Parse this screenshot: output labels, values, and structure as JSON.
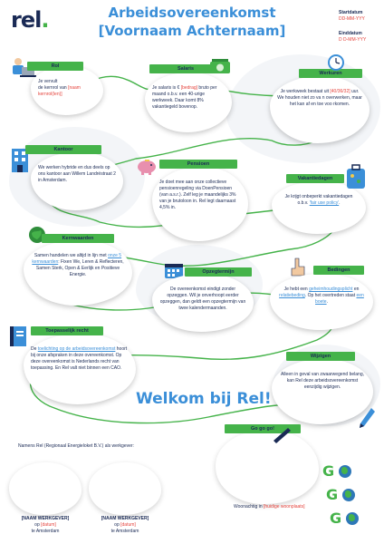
{
  "header": {
    "logo": "rel",
    "logo_dot": ".",
    "title_line1": "Arbeidsovereenkomst",
    "title_line2": "[Voornaam Achternaam]",
    "startdatum_label": "Startdatum",
    "startdatum_value": "DD-MM-YYY",
    "einddatum_label": "Einddatum",
    "einddatum_value": "D D-MM-YYY"
  },
  "cards": {
    "rol": {
      "title": "Rol",
      "p1": "Je vervult",
      "p2": "de kernrol van ",
      "highlight": "[naam kernrol(len)]"
    },
    "salaris": {
      "title": "Salaris",
      "p1": "Je salaris is € ",
      "highlight": "[bedrag]",
      "p2": " bruto per maand o.b.v. een 40-urige werkweek. Daar komt 8% vakantiegeld bovenop."
    },
    "werkuren": {
      "title": "Werkuren",
      "p1": "Je werkweek bestaat uit ",
      "highlight": "[40/36/32]",
      "p2": " uur. We houden niet zo va n overwerken, maar het kan af en toe voo rkomen."
    },
    "kantoor": {
      "title": "Kantoor",
      "text": "We werken hybride en dus deels op ons kantoor aan Willem Landréstraat 2 in Amsterdam."
    },
    "pensioen": {
      "title": "Pensioen",
      "text": "Je doet mee aan onze collectieve pensioenregeling via DoenPensioen (van a.s.r.). Zelf leg je maandelijks 3% van je brutoloon in. Rel legt daarnaast 4,5% in."
    },
    "vakantiedagen": {
      "title": "Vakantiedagen",
      "p1": "Je krijgt onbeperkt vakantiedagen o.b.v. ",
      "link": "'fair use policy'",
      "p2": "."
    },
    "kernwaarden": {
      "title": "Kernwaarden",
      "p1": "Samen handelen we altijd in lijn met ",
      "link": "onze 5 kernwaarden",
      "p2": ": Fixen We, Leren & Reflecteren, Samen Sterk, Open & Eerlijk en Positieve Energie."
    },
    "opzegtermijn": {
      "title": "Opzegtermijn",
      "text": "De overeenkomst eindigt zonder opzeggen. Wil je onverhoopt eerder opzeggen, dan geldt een opzegtermijn van twee kalendermaanden."
    },
    "bedingen": {
      "title": "Bedingen",
      "p1": "Je hebt een ",
      "link1": "geheimhoudingsplicht",
      "p2": " en ",
      "link2": "relatiebeding",
      "p3": ". Op het overtreden staat ",
      "link3": "een boete",
      "p4": "."
    },
    "toepasselijk": {
      "title": "Toepasselijk recht",
      "p1": "De ",
      "link": "toelichting op de arbeidsovereenkomst",
      "p2": " hoort bij onze afspraken in deze overeenkomst. Op deze overeenkomst is Nederlands recht van toepassing. En Rel valt niet binnen een CAO."
    },
    "wijzigen": {
      "title": "Wijzigen",
      "text": "Alleen in geval van zwaarwegend belang, kan Rel deze arbeidsovereenkomst eenzijdig wijzigen."
    },
    "gogo": {
      "title": "Go go go!"
    }
  },
  "welcome": "Welkom bij Rel!",
  "signatures": {
    "namens": "Namens Rel (Regionaal Energieloket B.V.) als werkgever:",
    "left": {
      "name": "[NAAM WERKGEVER]",
      "op": "op ",
      "datum": "[datum]",
      "plaats": "te Amsterdam"
    },
    "right": {
      "name": "[NAAM WERKGEVER]",
      "op": "op ",
      "datum": "[datum]",
      "plaats": "te Amsterdam"
    },
    "woonachtig": "Woonachtig in ",
    "woonplaats": "[huidige woonplaats]"
  },
  "go_letters": [
    "G",
    "O",
    "G",
    "O",
    "G",
    "O"
  ],
  "icons": [
    "person-laptop-icon",
    "money-icon",
    "clock-icon",
    "office-icon",
    "piggy-bank-icon",
    "suitcase-icon",
    "globe-icon",
    "calendar-icon",
    "hand-pointing-icon",
    "law-book-icon",
    "pen-icon"
  ],
  "colors": {
    "brand_green": "#45b34a",
    "brand_blue": "#3b8fd8",
    "navy": "#1a2a55",
    "placeholder_red": "#e5433c",
    "border_blue": "#2e78b8"
  }
}
